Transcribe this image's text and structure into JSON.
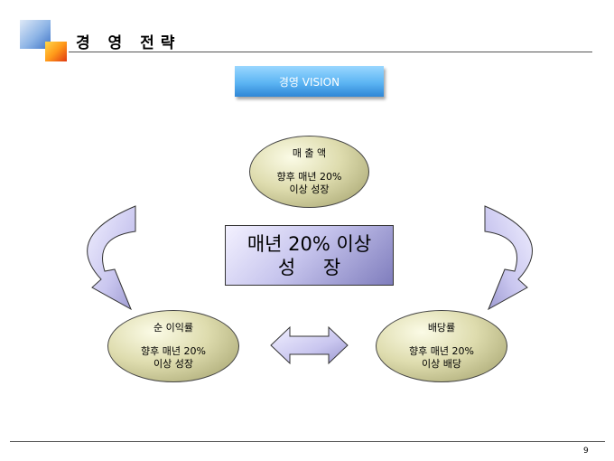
{
  "header": {
    "title": "경 영 전략"
  },
  "vision": {
    "label": "경영 VISION"
  },
  "center": {
    "line1": "매년 20% 이상",
    "line2": "성 장"
  },
  "goals": {
    "top": {
      "head": "매 출 액",
      "line1": "향후 매년 20%",
      "line2": "이상 성장"
    },
    "left": {
      "head": "순 이익률",
      "line1": "향후 매년 20%",
      "line2": "이상 성장"
    },
    "right": {
      "head": "배당률",
      "line1": "향후 매년 20%",
      "line2": "이상 배당"
    }
  },
  "footer": {
    "page_number": "9"
  },
  "colors": {
    "accent_blue": "#5cb5f3",
    "center_purple": "#c8c6ee",
    "ellipse_olive": "#dedcae",
    "arrow_lavender": "#c9c6ef"
  }
}
